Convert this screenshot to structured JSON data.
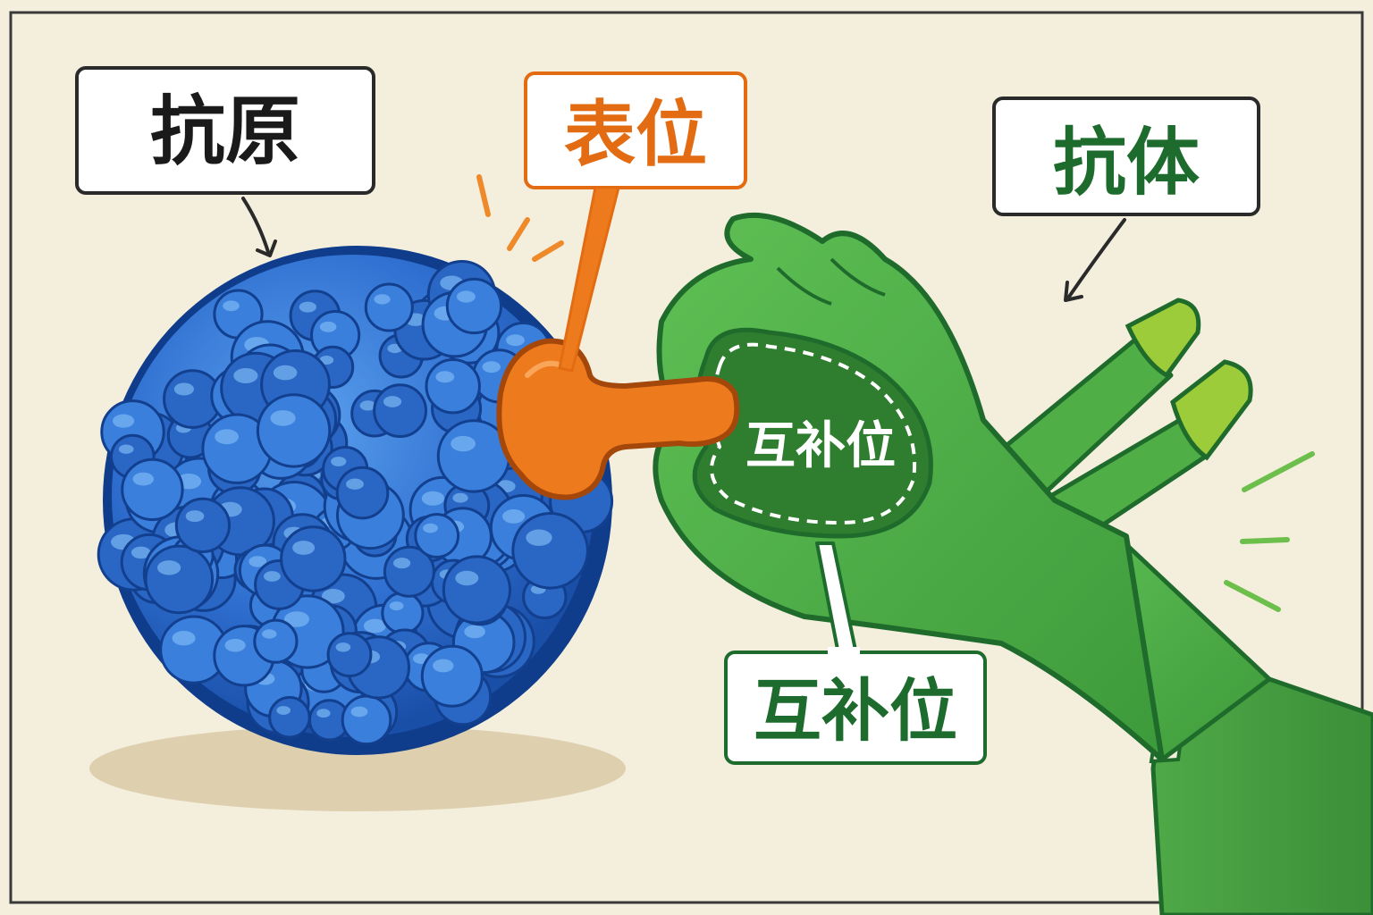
{
  "labels": {
    "antigen": "抗原",
    "epitope": "表位",
    "antibody": "抗体",
    "paratope_inner": "互补位",
    "paratope_box": "互补位"
  },
  "colors": {
    "background": "#f4eedd",
    "frame": "#3a3a3a",
    "antigen_blue": "#2f6fd0",
    "antigen_dark": "#0f3d8c",
    "antigen_light": "#5aa0ee",
    "epitope_orange": "#ee7a1e",
    "antibody_green": "#4fae46",
    "antibody_dark": "#1f6b2c",
    "antibody_tip": "#9ccc3a",
    "antigen_label": "#1a1a1a",
    "epitope_label": "#e36c12",
    "antibody_label": "#1e6b2e"
  },
  "icons": {
    "antigen": "lumpy-blue-sphere",
    "epitope": "orange-key-knob",
    "antibody": "green-hand",
    "paratope": "dashed-pocket"
  }
}
